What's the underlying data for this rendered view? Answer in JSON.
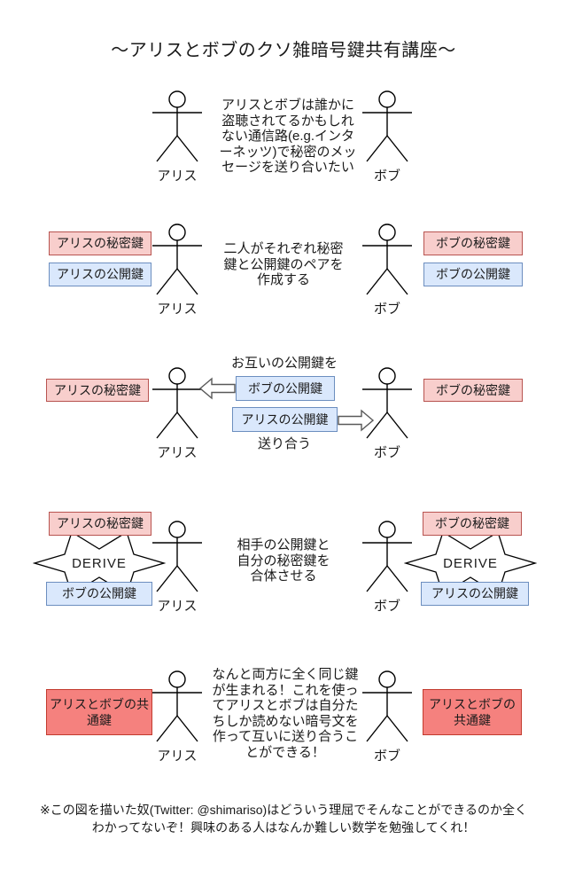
{
  "title": "〜アリスとボブのクソ雑暗号鍵共有講座〜",
  "actors": {
    "alice": "アリス",
    "bob": "ボブ"
  },
  "keys": {
    "alice_private": "アリスの秘密鍵",
    "alice_public": "アリスの公開鍵",
    "bob_private": "ボブの秘密鍵",
    "bob_public": "ボブの公開鍵",
    "shared": "アリスとボブの共通鍵"
  },
  "derive_label": "DERIVE",
  "steps": {
    "step1": "アリスとボブは誰かに盗聴されてるかもしれない通信路(e.g.インターネッツ)で秘密のメッセージを送り合いたい",
    "step2": "二人がそれぞれ秘密鍵と公開鍵のペアを作成する",
    "step3_top": "お互いの公開鍵を",
    "step3_bottom": "送り合う",
    "step4": "相手の公開鍵と自分の秘密鍵を合体させる",
    "step5": "なんと両方に全く同じ鍵が生まれる！これを使ってアリスとボブは自分たちしか読めない暗号文を作って互いに送り合うことができる！"
  },
  "footer": "※この図を描いた奴(Twitter: @shimariso)はどういう理屈でそんなことができるのか全くわかってないぞ！興味のある人はなんか難しい数学を勉強してくれ！",
  "colors": {
    "private_key_fill": "#f8cecc",
    "private_key_stroke": "#b85450",
    "public_key_fill": "#dae8fc",
    "public_key_stroke": "#6c8ebf",
    "shared_key_fill": "#f5817e",
    "shared_key_stroke": "#c23b2e",
    "figure_stroke": "#000000",
    "arrow_stroke": "#595959"
  }
}
